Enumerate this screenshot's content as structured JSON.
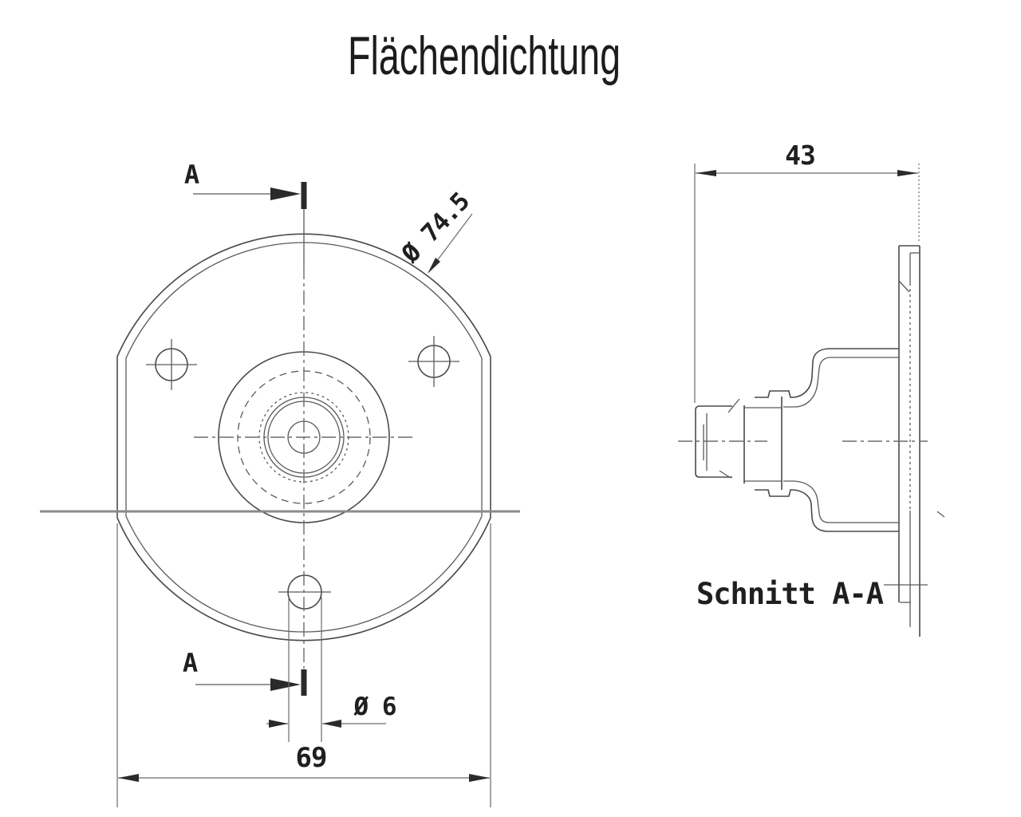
{
  "title": "Flächendichtung",
  "front_view": {
    "section_arrow_top_label": "A",
    "section_arrow_bottom_label": "A",
    "outer_diameter_label": "Ø 74.5",
    "hole_diameter_label": "Ø 6",
    "across_flats_label": "69"
  },
  "section_view": {
    "depth_label": "43",
    "caption": "Schnitt A-A"
  },
  "colors": {
    "background": "#ffffff",
    "line": "#4a4a4a",
    "centerline": "#6b6b6b",
    "text": "#1f1f1f"
  }
}
